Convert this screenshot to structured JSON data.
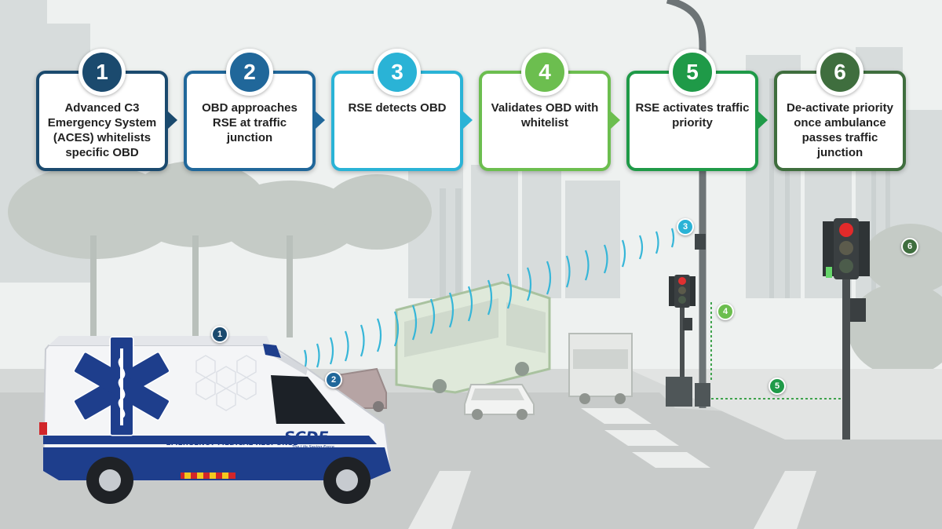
{
  "colors": {
    "step1": "#1b4a6e",
    "step2": "#20679a",
    "step3": "#2ab3d6",
    "step4": "#6cbe4f",
    "step5": "#1f9a48",
    "step6": "#3f6e3e"
  },
  "steps": [
    {
      "number": "1",
      "label": "Advanced C3 Emergency System (ACES) whitelists specific OBD"
    },
    {
      "number": "2",
      "label": "OBD approaches RSE at traffic junction"
    },
    {
      "number": "3",
      "label": "RSE detects OBD"
    },
    {
      "number": "4",
      "label": "Validates OBD with whitelist"
    },
    {
      "number": "5",
      "label": "RSE activates traffic priority"
    },
    {
      "number": "6",
      "label": "De-activate priority once ambulance passes traffic junction"
    }
  ],
  "markers": [
    "1",
    "2",
    "3",
    "4",
    "5",
    "6"
  ],
  "ambulance": {
    "brand": "SCDF",
    "tagline": "The Life Saving Force",
    "service": "EMERGENCY MEDICAL RESPONSE"
  }
}
